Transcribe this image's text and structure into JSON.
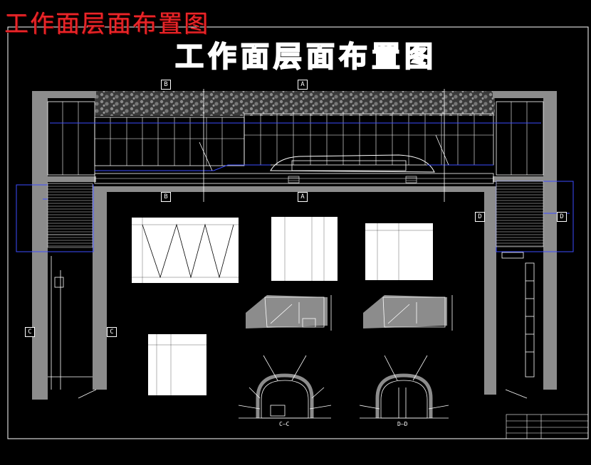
{
  "overlay_title": "工作面层面布置图",
  "drawing_title": "工作面层面布置图",
  "section_markers": {
    "a_top": "A",
    "a_bottom": "A",
    "b_top": "B",
    "b_bottom": "B",
    "c_left": "C",
    "c_right": "C",
    "d_left": "D",
    "d_right": "D"
  },
  "section_captions": {
    "c_section": "C—C",
    "d_section": "D—D"
  },
  "colors": {
    "frame": "#ffffff",
    "wall": "#8c8c8c",
    "cable": "#3b4cff",
    "overlay_title": "#e8262a"
  }
}
